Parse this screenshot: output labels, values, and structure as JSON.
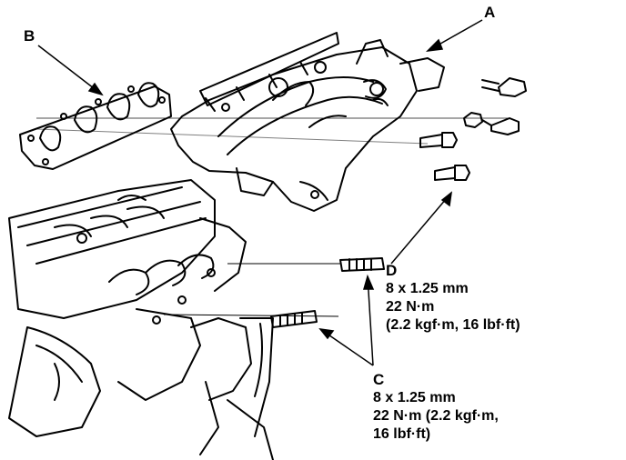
{
  "callouts": {
    "a": {
      "letter": "A"
    },
    "b": {
      "letter": "B"
    },
    "c": {
      "letter": "C",
      "lines": [
        "8 x 1.25 mm",
        "22 N·m (2.2 kgf·m,",
        "16 lbf·ft)"
      ]
    },
    "d": {
      "letter": "D",
      "lines": [
        "8 x 1.25 mm",
        "22 N·m",
        "(2.2 kgf·m, 16 lbf·ft)"
      ]
    }
  }
}
